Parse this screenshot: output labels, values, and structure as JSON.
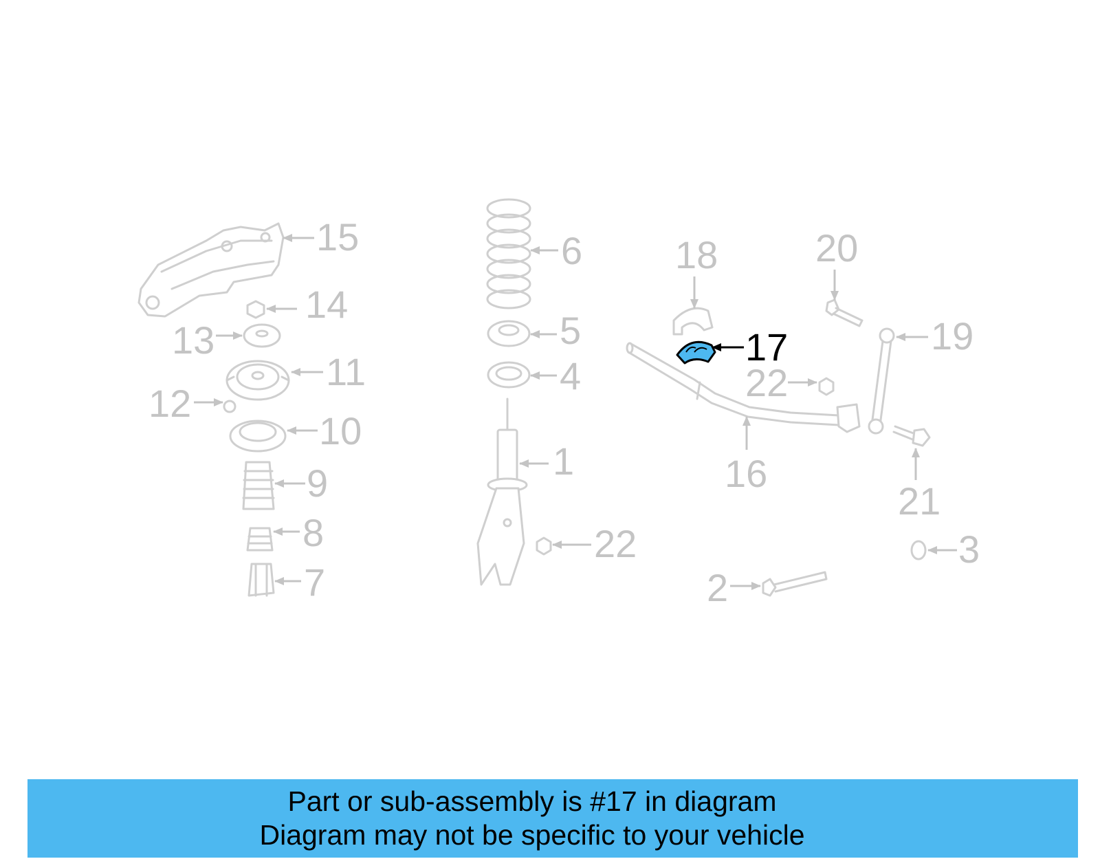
{
  "diagram": {
    "labels": [
      "1",
      "2",
      "3",
      "4",
      "5",
      "6",
      "7",
      "8",
      "9",
      "10",
      "11",
      "12",
      "13",
      "14",
      "15",
      "16",
      "17",
      "18",
      "19",
      "20",
      "21",
      "22",
      "22"
    ],
    "highlight_label": "17",
    "highlight_color": "#4db8f0",
    "muted_color": "#c4c4c4"
  },
  "banner": {
    "line1": "Part or sub-assembly is #17 in diagram",
    "line2": "Diagram may not be specific to your vehicle",
    "background": "#4db8f0"
  }
}
